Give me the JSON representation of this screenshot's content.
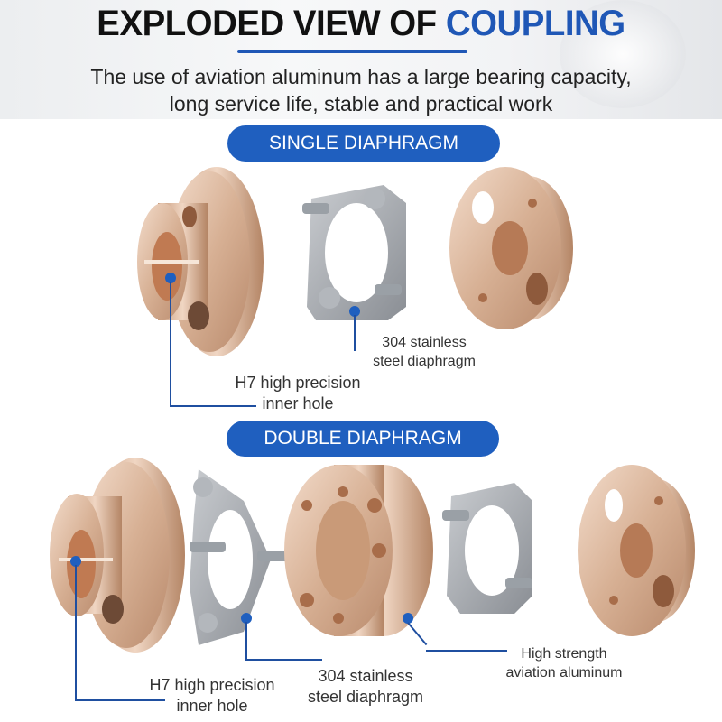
{
  "header": {
    "title_prefix": "EXPLODED VIEW OF ",
    "title_accent": "COUPLING",
    "subtitle_line1": "The use of aviation aluminum has a large bearing capacity,",
    "subtitle_line2": "long service life, stable and practical work"
  },
  "sections": {
    "single": {
      "label": "SINGLE DIAPHRAGM",
      "callouts": {
        "inner_hole_line1": "H7 high precision",
        "inner_hole_line2": "inner hole",
        "diaphragm_line1": "304 stainless",
        "diaphragm_line2": "steel diaphragm"
      }
    },
    "double": {
      "label": "DOUBLE DIAPHRAGM",
      "callouts": {
        "inner_hole_line1": "H7 high precision",
        "inner_hole_line2": "inner hole",
        "diaphragm_line1": "304 stainless",
        "diaphragm_line2": "steel diaphragm",
        "aluminum_line1": "High strength",
        "aluminum_line2": "aviation aluminum"
      }
    }
  },
  "colors": {
    "accent_blue": "#1f57b6",
    "pill_blue": "#1f5fbf",
    "bronze": "#d9b79c",
    "steel": "#9ea2a8"
  }
}
